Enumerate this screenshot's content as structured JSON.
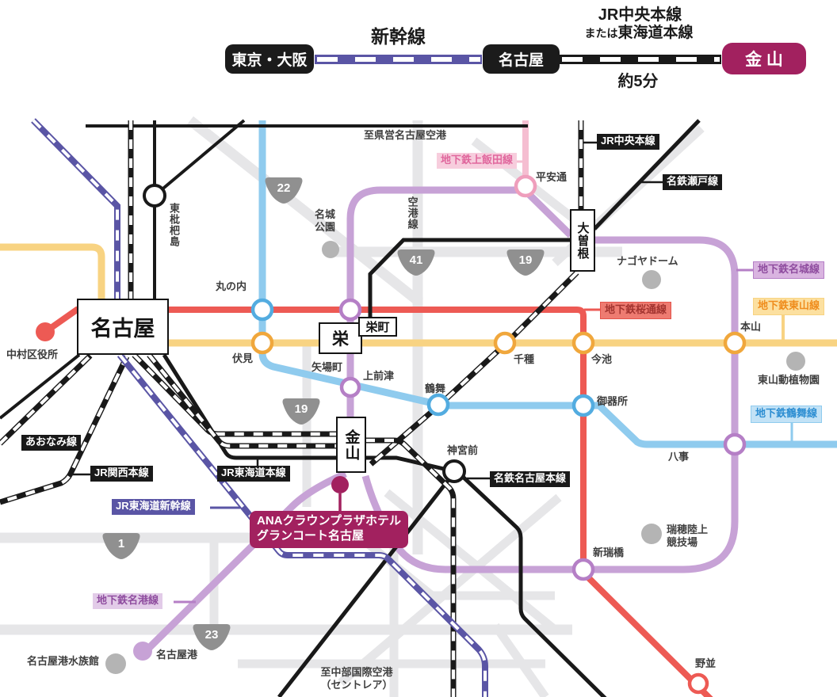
{
  "colors": {
    "subway_red": "#ed5a54",
    "subway_yellow": "#f8d382",
    "yellow_ring": "#f0a73c",
    "subway_purple": "#c7a2d6",
    "purple_ring": "#b57fc6",
    "subway_blue": "#8fcbee",
    "blue_ring": "#53ace0",
    "subway_pink": "#f5bed1",
    "pink_ring": "#ef9ebc",
    "shinkansen_indigo": "#5a55a5",
    "rail_black": "#191919",
    "road_gray": "#e6e6e8",
    "landmark_gray": "#b4b4b4",
    "badge_gray": "#909090",
    "hotel_magenta": "#a2215f",
    "kamiiida_bg": "#f7cddd",
    "kamiiida_text": "#e0679d",
    "meijo_bg": "#d9b4e0",
    "meijo_text": "#8f4d9f",
    "higashiyama_bg": "#fce0a0",
    "higashiyama_text": "#ef8d1d",
    "sakuradori_bg": "#ee7b71",
    "sakuradori_text": "#a33430",
    "sakuradori_border": "#e3544b",
    "tsurumai_bg": "#c2e2f6",
    "tsurumai_text": "#2d8ed2",
    "meiko_bg": "#e2cbe8"
  },
  "header": {
    "origin": "東京・大阪",
    "shinkansen": "新幹線",
    "nagoya": "名古屋",
    "jr_line_1": "JR中央本線",
    "jr_line_2a": "または",
    "jr_line_2b": "東海道本線",
    "duration": "約5分",
    "kanayama": "金 山"
  },
  "map": {
    "station_boxes": {
      "nagoya": "名古屋",
      "sakae": "栄",
      "sakaemachi": "栄町",
      "kanayama": "金山",
      "ozone": "大曽根"
    },
    "stations": {
      "higashibiwajima": "東枇杷島",
      "marunouchi": "丸の内",
      "fushimi": "伏見",
      "yabacho": "矢場町",
      "kamimaezu": "上前津",
      "tsurumai": "鶴舞",
      "chikusa": "千種",
      "imaike": "今池",
      "motoyama": "本山",
      "gokiso": "御器所",
      "yagoto": "八事",
      "heiandori": "平安通",
      "jingumae": "神宮前",
      "nakamurakuyakusho": "中村区役所",
      "aratamabashi": "新瑞橋",
      "nonami": "野並",
      "nagoyako": "名古屋港"
    },
    "line_labels": {
      "jr_chuo": "JR中央本線",
      "meitetsu_seto": "名鉄瀬戸線",
      "kamiiida": "地下鉄上飯田線",
      "meijo": "地下鉄名城線",
      "higashiyama": "地下鉄東山線",
      "sakuradori": "地下鉄桜通線",
      "tsurumai": "地下鉄鶴舞線",
      "meiko": "地下鉄名港線",
      "aonami": "あおなみ線",
      "jr_kansai": "JR関西本線",
      "jr_tokaido": "JR東海道本線",
      "shinkansen": "JR東海道新幹線",
      "meitetsu_main": "名鉄名古屋本線"
    },
    "landmarks": {
      "meijo_park_1": "名城",
      "meijo_park_2": "公園",
      "nagoya_dome": "ナゴヤドーム",
      "higashiyama_zoo": "東山動植物園",
      "mizuho_1": "瑞穂陸上",
      "mizuho_2": "競技場",
      "aquarium": "名古屋港水族館"
    },
    "notes": {
      "to_prefectural_airport": "至県営名古屋空港",
      "airport_road": "空港線",
      "to_centrair_1": "至中部国際空港",
      "to_centrair_2": "（セントレア）"
    },
    "road_badges": {
      "r22": "22",
      "r41": "41",
      "r19a": "19",
      "r19b": "19",
      "r1": "1",
      "r23": "23"
    },
    "hotel": {
      "line1": "ANAクラウンプラザホテル",
      "line2": "グランコート名古屋"
    }
  }
}
